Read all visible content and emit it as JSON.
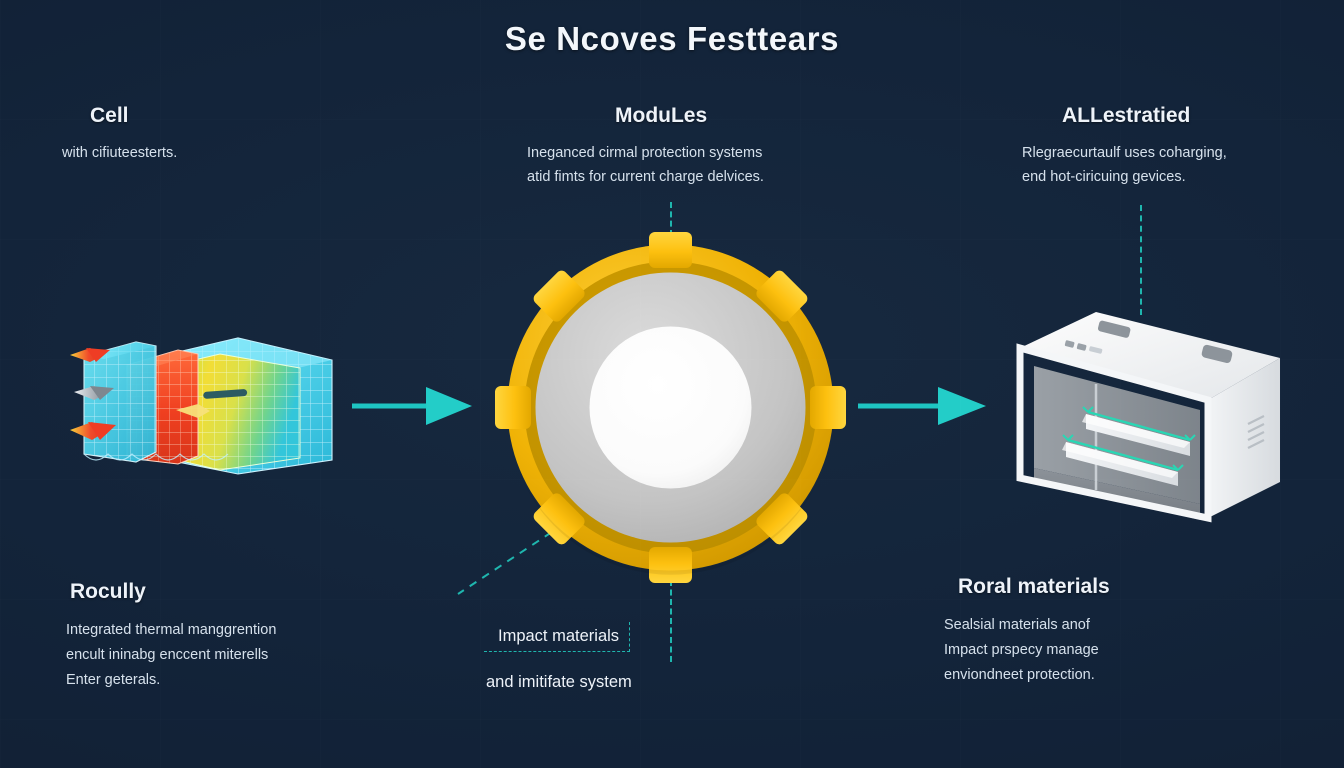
{
  "page": {
    "title": "Se Ncoves Festtears",
    "background_color": "#13243a",
    "accent_color": "#1fc8c8",
    "text_color": "#eef3f9"
  },
  "columns": [
    {
      "id": "cell",
      "heading": "Cell",
      "subtitle_lines": [
        "with cifiuteesterts."
      ]
    },
    {
      "id": "modules",
      "heading": "ModuLes",
      "subtitle_lines": [
        "Ineganced cirmal protection systems",
        "atid fimts for current charge delvices."
      ]
    },
    {
      "id": "allestratied",
      "heading": "ALLestratied",
      "subtitle_lines": [
        "Rlegraecurtaulf uses coharging,",
        "end hot-ciricuing gevices."
      ]
    }
  ],
  "captions": [
    {
      "id": "rocully",
      "heading": "Rocully",
      "lines": [
        "Integrated thermal manggrention",
        "encult ininabg enccent miterells",
        "Enter geterals."
      ]
    },
    {
      "id": "impact",
      "boxed_line": "Impact materials",
      "second_line": "and imitifate system"
    },
    {
      "id": "roral",
      "heading": "Roral materials",
      "lines": [
        "Sealsial materials anof",
        "Impact prspecy manage",
        "enviondneet protection."
      ]
    }
  ],
  "flow": {
    "arrow_1_label": "flow-arrow-cell-to-module",
    "arrow_2_label": "flow-arrow-module-to-cabinet",
    "arrow_color": "#1ec5c2"
  },
  "illustrations": {
    "cell": {
      "name": "battery-cell-thermal-mesh",
      "colors": [
        "#4ad6ef",
        "#ef4a2a",
        "#f3e03a",
        "#8fd44a",
        "#2fc2d8"
      ]
    },
    "ring": {
      "name": "module-ring-assembly",
      "outer_ring_color": "#f0b400",
      "tab_color": "#ffc414",
      "mid_ring_color": "#c5c5c5",
      "core_color": "#ffffff",
      "tab_count": 8
    },
    "cabinet": {
      "name": "enclosure-cabinet",
      "body_color": "#eef0f2",
      "interior_color": "#8a8f95",
      "accent_color": "#23d6b0"
    }
  }
}
